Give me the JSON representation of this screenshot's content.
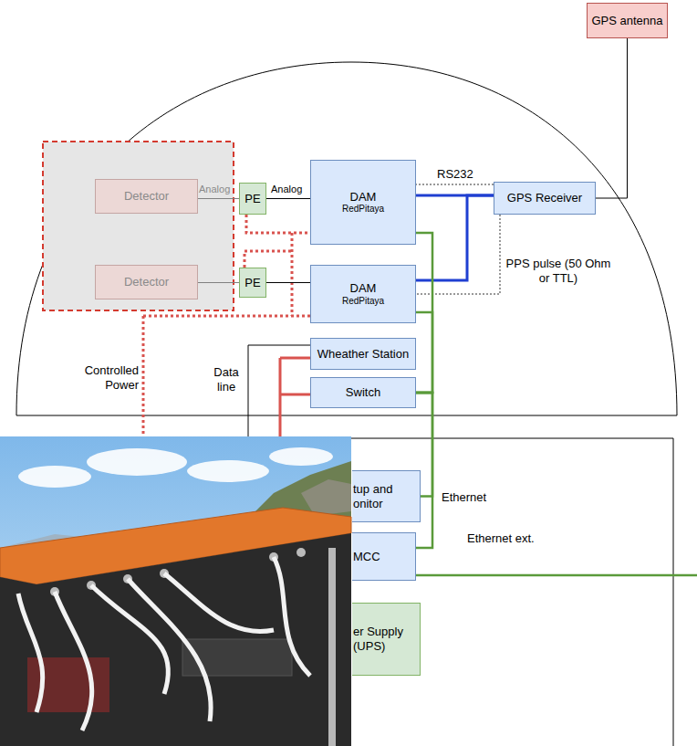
{
  "diagram": {
    "nodes": [
      {
        "text": [
          "GPS antenna"
        ]
      },
      {
        "text": [
          "Detector"
        ]
      },
      {
        "text": [
          "PE"
        ]
      },
      {
        "text": [
          "DAM",
          "RedPitaya"
        ]
      },
      {
        "text": [
          "GPS Receiver"
        ]
      },
      {
        "text": [
          "Detector"
        ]
      },
      {
        "text": [
          "PE"
        ]
      },
      {
        "text": [
          "DAM",
          "RedPitaya"
        ]
      },
      {
        "text": [
          "Wheather Station"
        ]
      },
      {
        "text": [
          "Switch"
        ]
      },
      {
        "text": [
          "tup and onitor"
        ]
      },
      {
        "text": [
          "MCC"
        ]
      },
      {
        "text": [
          "er Supply (UPS)"
        ]
      }
    ],
    "edges": [
      {
        "from": 1,
        "to": 2,
        "label": "Analog",
        "arrow": "none"
      },
      {
        "from": 2,
        "to": 3,
        "label": "Analog",
        "arrow": "none"
      },
      {
        "from": 5,
        "to": 6,
        "arrow": "none"
      },
      {
        "from": 6,
        "to": 7,
        "arrow": "none"
      },
      {
        "from": 3,
        "to": 4,
        "label": "RS232",
        "arrow": "none"
      },
      {
        "from": 7,
        "to": 4,
        "arrow": "none"
      },
      {
        "from": 4,
        "to": 3,
        "arrow": "none"
      },
      {
        "from": 4,
        "to": 7,
        "arrow": "none"
      },
      {
        "from": 3,
        "to": 9,
        "arrow": "none"
      },
      {
        "from": 7,
        "to": 9,
        "arrow": "none"
      },
      {
        "from": 10,
        "to": 9,
        "arrow": "none"
      },
      {
        "from": 11,
        "to": 9,
        "arrow": "none"
      },
      {
        "from": 0,
        "to": 4,
        "arrow": "none"
      }
    ],
    "labels": [
      "Controlled Power",
      "Data line",
      "PPS pulse (50 Ohm or TTL)",
      "Ethernet",
      "Ethernet ext."
    ]
  }
}
